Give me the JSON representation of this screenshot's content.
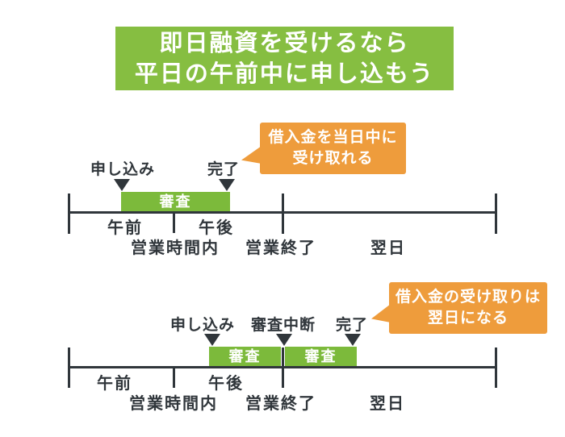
{
  "title": {
    "line1": "即日融資を受けるなら",
    "line2": "平日の午前中に申し込もう"
  },
  "colors": {
    "banner_green": "#86BE41",
    "bar_green": "#7CBA3B",
    "callout_orange": "#EE9C3C",
    "line_dark": "#30363B",
    "text_white": "#ffffff"
  },
  "timeline1": {
    "apply_label": "申し込み",
    "done_label": "完了",
    "bar_label": "審査",
    "seg_am": "午前",
    "seg_pm": "午後",
    "axis_hours": "営業時間内",
    "axis_close": "営業終了",
    "axis_next": "翌日",
    "callout_line1": "借入金を当日中に",
    "callout_line2": "受け取れる"
  },
  "timeline2": {
    "apply_label": "申し込み",
    "pause_label": "審査中断",
    "done_label": "完了",
    "bar1_label": "審査",
    "bar2_label": "審査",
    "seg_am": "午前",
    "seg_pm": "午後",
    "axis_hours": "営業時間内",
    "axis_close": "営業終了",
    "axis_next": "翌日",
    "callout_line1": "借入金の受け取りは",
    "callout_line2": "翌日になる"
  }
}
